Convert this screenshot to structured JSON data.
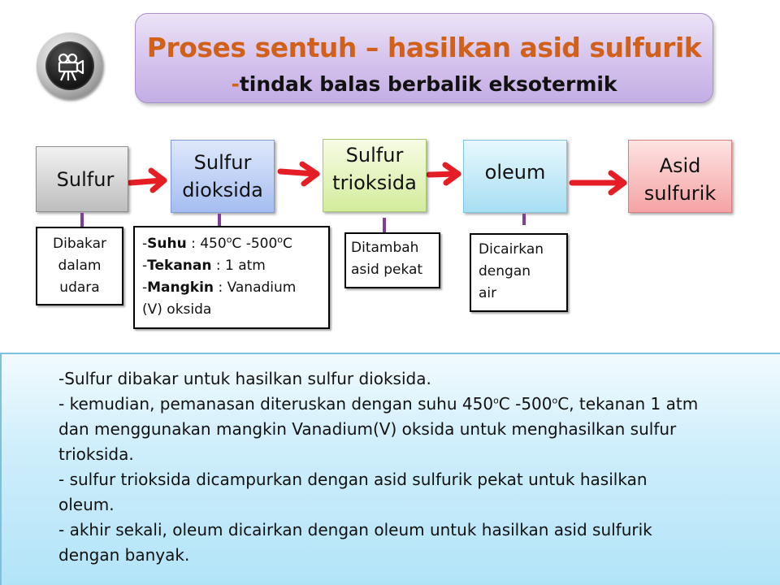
{
  "title": {
    "line1": "Proses sentuh – hasilkan asid sulfurik",
    "line2_dash": "-",
    "line2_text": "tindak balas berbalik eksotermik"
  },
  "icons": {
    "camera_button": "video-camera-icon"
  },
  "colors": {
    "title_orange": "#d1611a",
    "arrow_red": "#e51e25",
    "stem_purple": "#7f3f98"
  },
  "steps": [
    {
      "line1": "Sulfur",
      "line2": ""
    },
    {
      "line1": "Sulfur",
      "line2": "dioksida"
    },
    {
      "line1": "Sulfur",
      "line2": "trioksida"
    },
    {
      "line1": "oleum",
      "line2": ""
    },
    {
      "line1": "Asid",
      "line2": "sulfurik"
    }
  ],
  "notes": {
    "n1": [
      "Dibakar",
      "dalam",
      "udara"
    ],
    "n2": {
      "suhu_label": "Suhu",
      "suhu_value_a": " : 450",
      "suhu_sup_a": "o",
      "suhu_value_b": "C -500",
      "suhu_sup_b": "o",
      "suhu_value_c": "C",
      "tekanan_label": "Tekanan",
      "tekanan_value": " :  1 atm",
      "mangkin_label": "Mangkin",
      "mangkin_value": " : Vanadium",
      "mangkin_cont": "(V) oksida"
    },
    "n3": [
      "Ditambah",
      "asid pekat"
    ],
    "n4": [
      "Dicairkan",
      "dengan",
      "air"
    ]
  },
  "explanation": {
    "l1": "-Sulfur dibakar untuk hasilkan sulfur dioksida.",
    "l2a": "- kemudian, pemanasan diteruskan dengan suhu 450",
    "l2sup1": "o",
    "l2b": "C -500",
    "l2sup2": "o",
    "l2c": "C, tekanan 1 atm",
    "l3": "dan menggunakan mangkin Vanadium(V) oksida untuk menghasilkan sulfur",
    "l4": "trioksida.",
    "l5": "- sulfur trioksida dicampurkan dengan asid sulfurik pekat untuk hasilkan",
    "l6": "oleum.",
    "l7": "- akhir sekali, oleum dicairkan dengan oleum untuk hasilkan asid sulfurik",
    "l8": "dengan banyak."
  }
}
